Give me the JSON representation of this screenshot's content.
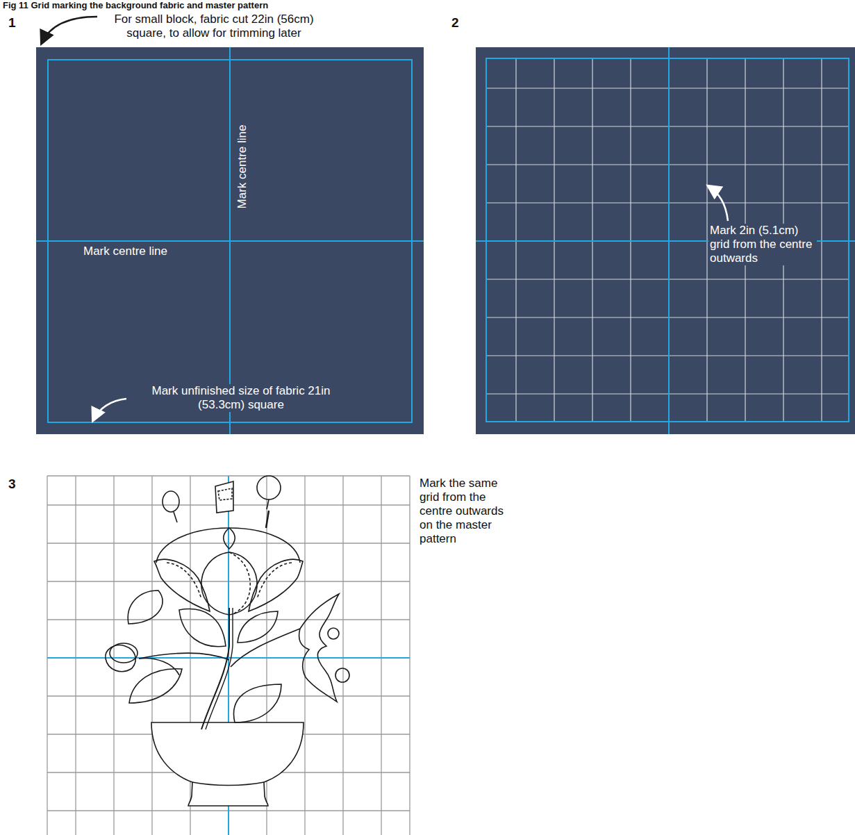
{
  "diagram": {
    "title": "Fig 11 Grid marking the background fabric and master pattern",
    "labels": [
      "1",
      "For small block, fabric cut 22in (56cm) square, to allow for trimming later",
      "Mark centre line",
      "Mark centre line",
      "Mark unfinished size of fabric 21in (53.3cm) square",
      "2",
      "Mark 2in (5.1cm) grid from the centre outwards",
      "3",
      "Mark the same grid from the centre outwards on the master pattern"
    ]
  }
}
